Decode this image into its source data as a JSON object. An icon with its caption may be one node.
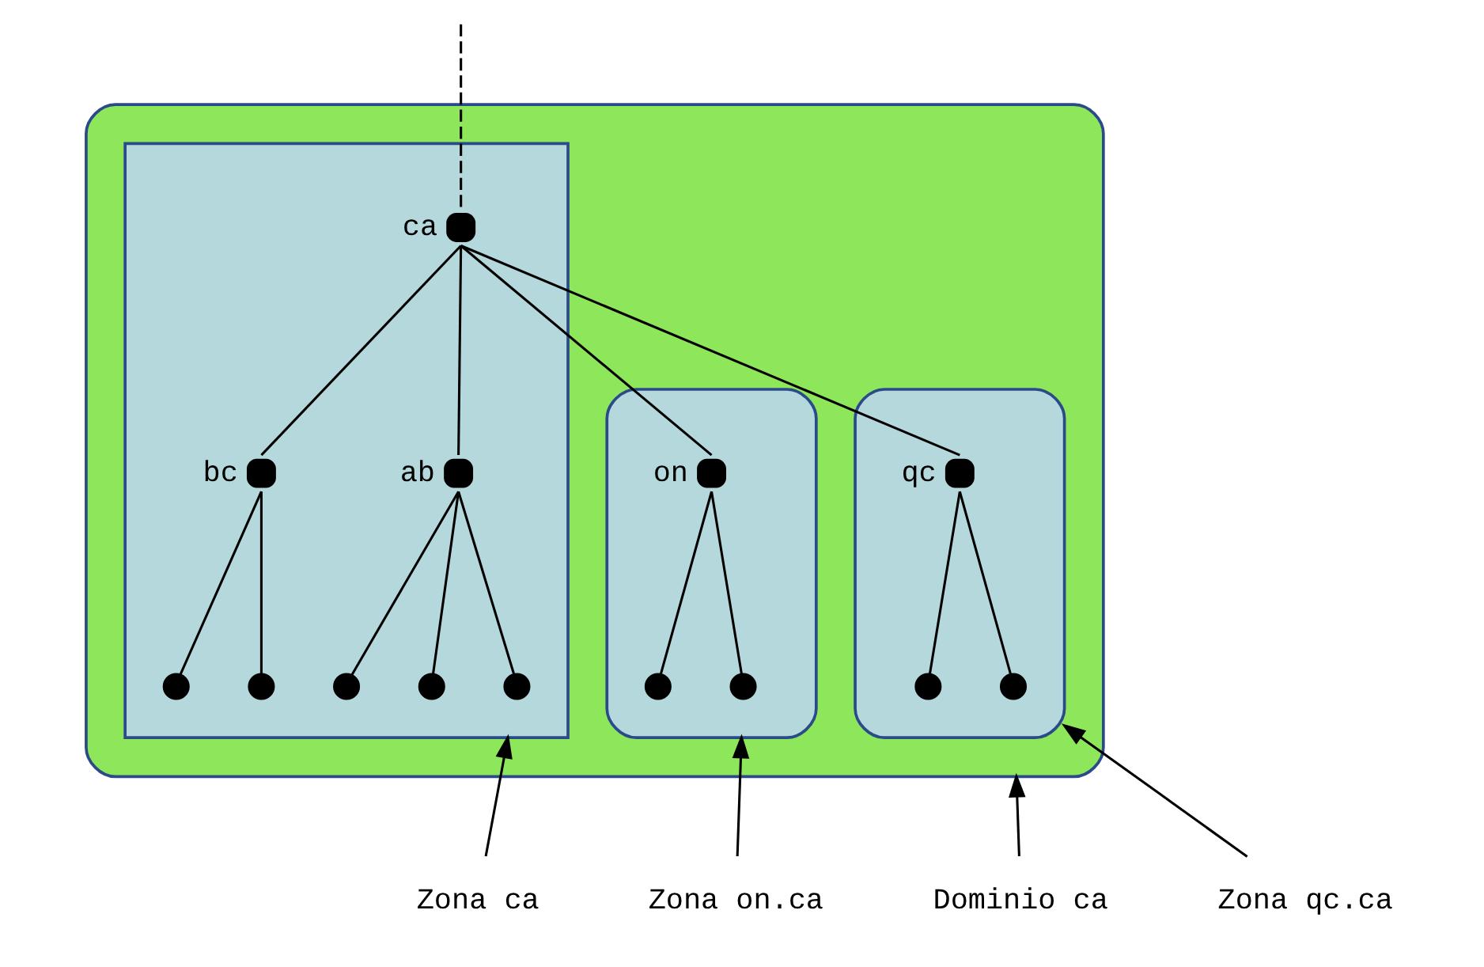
{
  "diagram": {
    "nodes": [
      {
        "text": [],
        "shape": "ellipse"
      },
      {
        "text": [],
        "shape": "cloud",
        "in": 0
      },
      {
        "text": [],
        "shape": "ellipse",
        "in": 0
      },
      {
        "text": [],
        "shape": "ellipse",
        "in": 0
      },
      {
        "text": [
          "ca"
        ],
        "in": 1
      },
      {
        "text": [
          "bc"
        ],
        "in": 1
      },
      {
        "text": [
          "ab"
        ],
        "in": 1
      },
      {
        "text": [
          "on"
        ],
        "in": 2
      },
      {
        "text": [
          "qc"
        ],
        "in": 3
      },
      {
        "text": [],
        "shape": "circle",
        "in": 1
      },
      {
        "text": [],
        "shape": "circle",
        "in": 1
      },
      {
        "text": [],
        "shape": "circle",
        "in": 1
      },
      {
        "text": [],
        "shape": "circle",
        "in": 1
      },
      {
        "text": [],
        "shape": "circle",
        "in": 1
      },
      {
        "text": [],
        "shape": "circle",
        "in": 2
      },
      {
        "text": [],
        "shape": "circle",
        "in": 2
      },
      {
        "text": [],
        "shape": "circle",
        "in": 3
      },
      {
        "text": [],
        "shape": "circle",
        "in": 3
      },
      {
        "text": [
          "Dominio ca"
        ]
      },
      {
        "text": [
          "Zona ca"
        ]
      },
      {
        "text": [
          "Zona on.ca"
        ]
      },
      {
        "text": [
          "Zona qc.ca"
        ]
      }
    ],
    "edges": [
      {
        "from": null,
        "to": 4,
        "arrow": "none",
        "style": "dashed"
      },
      {
        "from": 4,
        "to": 5,
        "arrow": "none"
      },
      {
        "from": 4,
        "to": 6,
        "arrow": "none"
      },
      {
        "from": 4,
        "to": 7,
        "arrow": "none"
      },
      {
        "from": 4,
        "to": 8,
        "arrow": "none"
      },
      {
        "from": 5,
        "to": 9,
        "arrow": "none"
      },
      {
        "from": 5,
        "to": 10,
        "arrow": "none"
      },
      {
        "from": 6,
        "to": 11,
        "arrow": "none"
      },
      {
        "from": 6,
        "to": 12,
        "arrow": "none"
      },
      {
        "from": 6,
        "to": 13,
        "arrow": "none"
      },
      {
        "from": 7,
        "to": 14,
        "arrow": "none"
      },
      {
        "from": 7,
        "to": 15,
        "arrow": "none"
      },
      {
        "from": 8,
        "to": 16,
        "arrow": "none"
      },
      {
        "from": 8,
        "to": 17,
        "arrow": "none"
      },
      {
        "from": 18,
        "to": 0,
        "arrow": "to"
      },
      {
        "from": 19,
        "to": 1,
        "arrow": "to"
      },
      {
        "from": 20,
        "to": 2,
        "arrow": "to"
      },
      {
        "from": 21,
        "to": 3,
        "arrow": "to"
      }
    ]
  }
}
